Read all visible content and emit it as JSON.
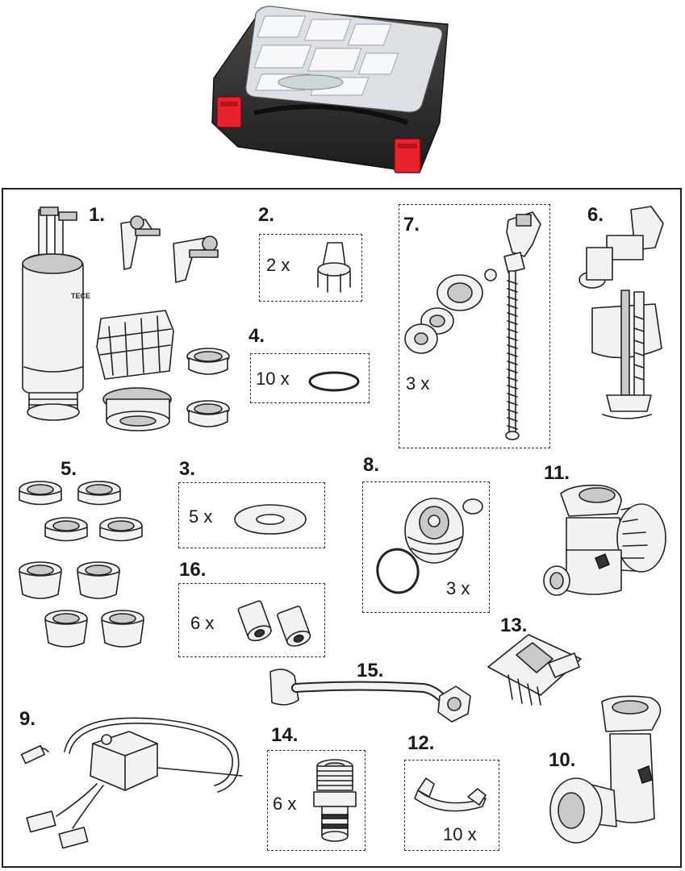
{
  "case": {
    "color_body": "#2b2b2b",
    "color_latch": "#e8232e",
    "color_lid": "#e6ecef"
  },
  "labels": {
    "p1": "1.",
    "p2": "2.",
    "p3": "3.",
    "p4": "4.",
    "p5": "5.",
    "p6": "6.",
    "p7": "7.",
    "p8": "8.",
    "p9": "9.",
    "p10": "10.",
    "p11": "11.",
    "p12": "12.",
    "p13": "13.",
    "p14": "14.",
    "p15": "15.",
    "p16": "16."
  },
  "quantities": {
    "q2": "2 x",
    "q4": "10 x",
    "q7": "3 x",
    "q3": "5 x",
    "q16": "6 x",
    "q8": "3 x",
    "q14": "6 x",
    "q12": "10 x"
  }
}
